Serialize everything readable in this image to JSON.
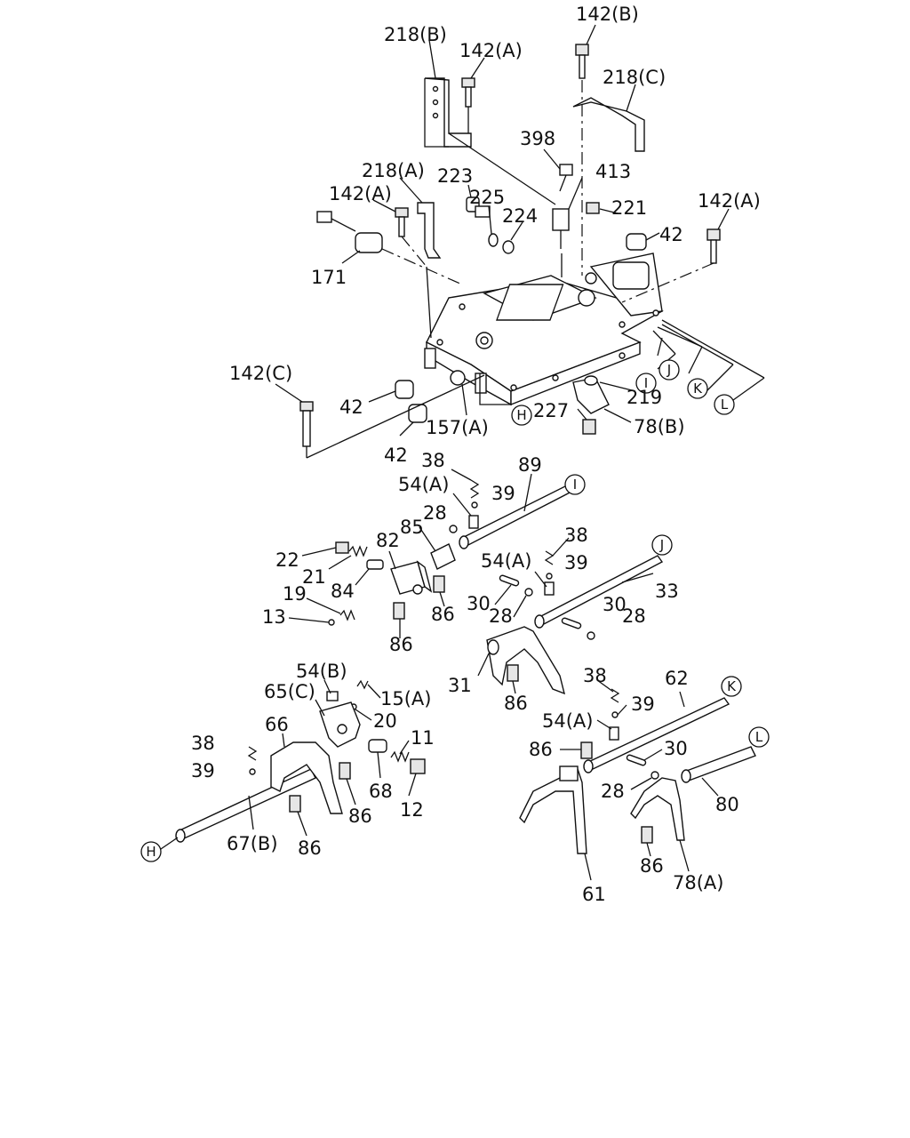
{
  "labels": {
    "l218b": "218(B)",
    "l142a_1": "142(A)",
    "l142b": "142(B)",
    "l218c": "218(C)",
    "l398": "398",
    "l413": "413",
    "l218a": "218(A)",
    "l223": "223",
    "l225": "225",
    "l224": "224",
    "l221": "221",
    "l142a_2": "142(A)",
    "l142a_3": "142(A)",
    "l42_1": "42",
    "l171": "171",
    "l142c": "142(C)",
    "l42_2": "42",
    "l157a": "157(A)",
    "l219": "219",
    "l227": "227",
    "l78b": "78(B)",
    "l42_3": "42",
    "l38_1": "38",
    "l89": "89",
    "l54a_1": "54(A)",
    "l39_1": "39",
    "l28_1": "28",
    "l85": "85",
    "l82": "82",
    "l22": "22",
    "l21": "21",
    "l84": "84",
    "l19": "19",
    "l13": "13",
    "l86_1": "86",
    "l86_2": "86",
    "l38_2": "38",
    "l54a_2": "54(A)",
    "l39_2": "39",
    "l33": "33",
    "l30_1": "30",
    "l28_2": "28",
    "l30_2": "30",
    "l28_3": "28",
    "l31": "31",
    "l86_3": "86",
    "l54b": "54(B)",
    "l15a": "15(A)",
    "l65c": "65(C)",
    "l20": "20",
    "l66": "66",
    "l11": "11",
    "l38_3": "38",
    "l39_3": "39",
    "l68": "68",
    "l86_4": "86",
    "l12": "12",
    "l67b": "67(B)",
    "l86_5": "86",
    "l38_4": "38",
    "l62": "62",
    "l39_4": "39",
    "l54a_3": "54(A)",
    "l86_6": "86",
    "l30_3": "30",
    "l28_4": "28",
    "l80": "80",
    "l86_7": "86",
    "l78a": "78(A)",
    "l61": "61"
  },
  "circles": {
    "I": "I",
    "J": "J",
    "K": "K",
    "L": "L",
    "H": "H"
  }
}
